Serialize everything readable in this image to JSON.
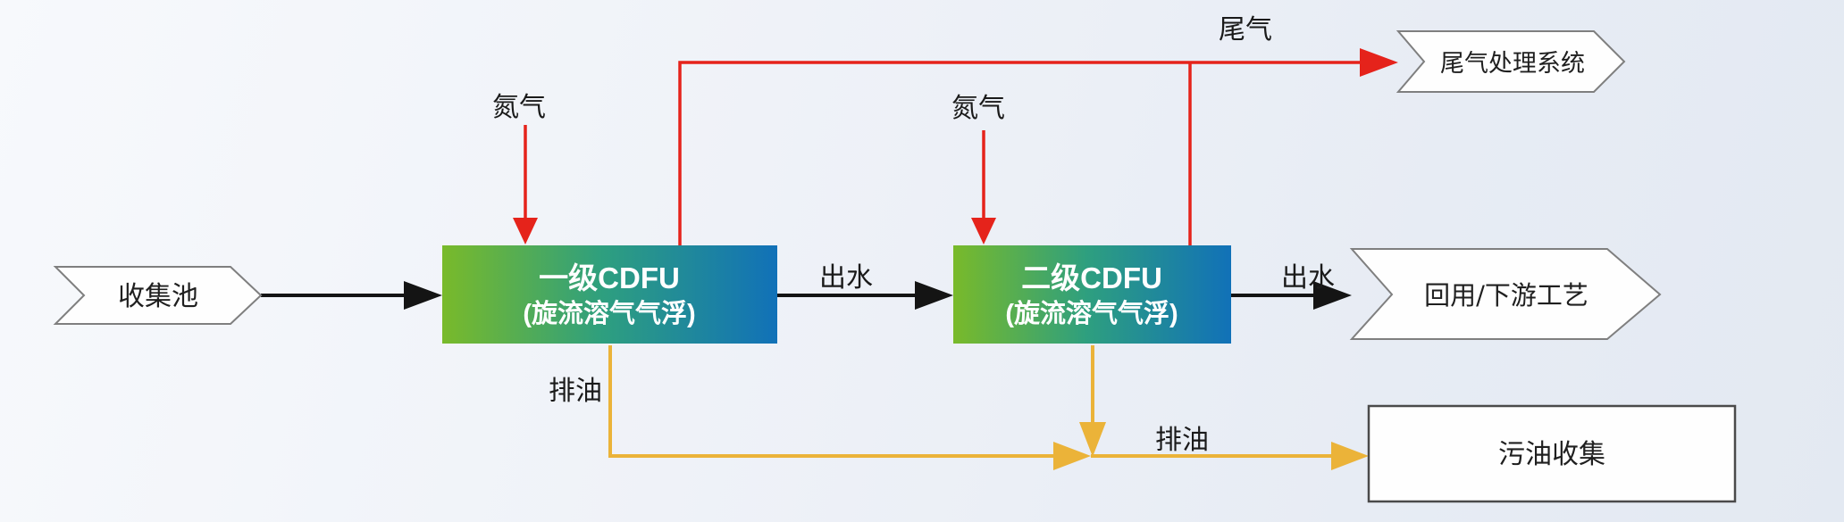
{
  "colors": {
    "gradient_left": "#79BA2A",
    "gradient_mid": "#2E9F7F",
    "gradient_right": "#1171B8",
    "red": "#E5231B",
    "yellow": "#EBB339",
    "black_line": "#141414",
    "node_border": "#7F7F7F",
    "oil_box_border": "#4A4A4A",
    "node_fill": "#FFFFFF",
    "label_color": "#1A1A1A",
    "box_text_color": "#FFFFFF"
  },
  "nodes": {
    "collection_pool": {
      "label": "收集池"
    },
    "cdfu_stage1": {
      "title": "一级CDFU",
      "subtitle": "(旋流溶气气浮)"
    },
    "cdfu_stage2": {
      "title": "二级CDFU",
      "subtitle": "(旋流溶气气浮)"
    },
    "reuse_downstream": {
      "label": "回用/下游工艺"
    },
    "tail_gas_system": {
      "label": "尾气处理系统"
    },
    "waste_oil_collection": {
      "label": "污油收集"
    }
  },
  "flows": {
    "nitrogen_to_stage1": {
      "label": "氮气"
    },
    "nitrogen_to_stage2": {
      "label": "氮气"
    },
    "tail_gas": {
      "label": "尾气"
    },
    "outlet_water_1": {
      "label": "出水"
    },
    "outlet_water_2": {
      "label": "出水"
    },
    "oil_drain_1": {
      "label": "排油"
    },
    "oil_drain_2": {
      "label": "排油"
    }
  }
}
